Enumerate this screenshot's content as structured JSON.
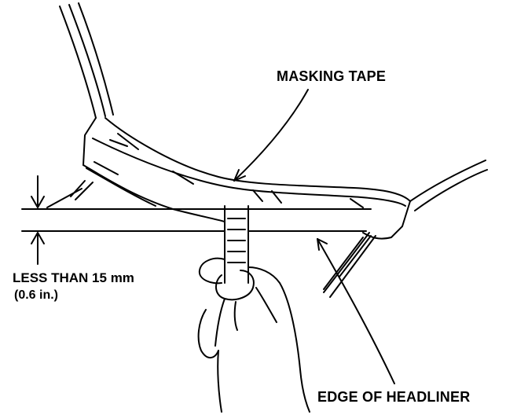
{
  "labels": {
    "masking_tape": "MASKING TAPE",
    "edge_of_headliner": "EDGE OF HEADLINER",
    "distance_line1": "LESS THAN 15 mm",
    "distance_line2": "(0.6 in.)"
  },
  "colors": {
    "ink": "#000000",
    "paper": "#ffffff"
  }
}
